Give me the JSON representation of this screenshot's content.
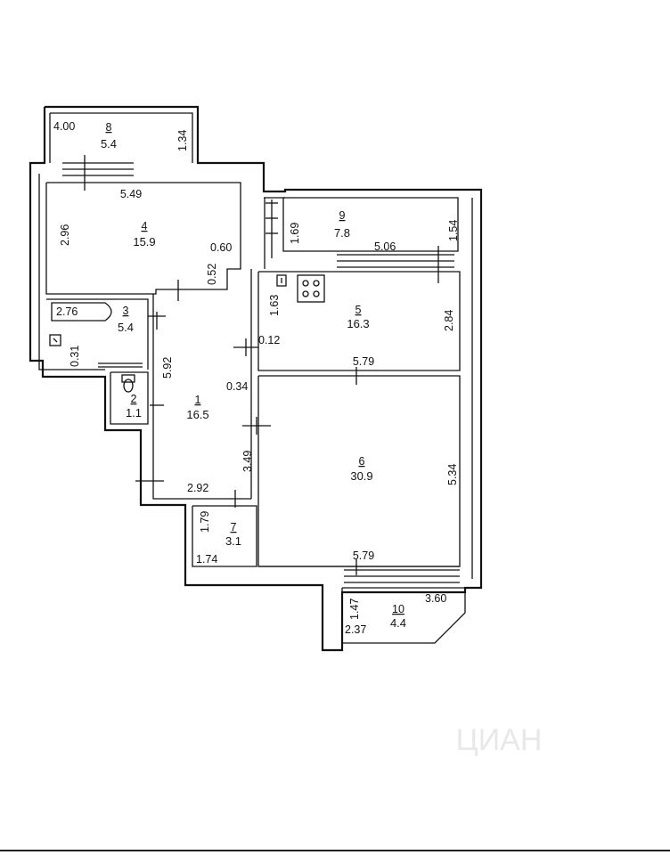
{
  "rooms": [
    {
      "num": "1",
      "area": "16.5"
    },
    {
      "num": "2",
      "area": "1.1"
    },
    {
      "num": "3",
      "area": "5.4"
    },
    {
      "num": "4",
      "area": "15.9"
    },
    {
      "num": "5",
      "area": "16.3"
    },
    {
      "num": "6",
      "area": "30.9"
    },
    {
      "num": "7",
      "area": "3.1"
    },
    {
      "num": "8",
      "area": "5.4"
    },
    {
      "num": "9",
      "area": "7.8"
    },
    {
      "num": "10",
      "area": "4.4"
    }
  ],
  "dims": {
    "d_400": "4.00",
    "d_134": "1.34",
    "d_549": "5.49",
    "d_296": "2.96",
    "d_060": "0.60",
    "d_052": "0.52",
    "d_276": "2.76",
    "d_031": "0.31",
    "d_592": "5.92",
    "d_169": "1.69",
    "d_154": "1.54",
    "d_506": "5.06",
    "d_163": "1.63",
    "d_284": "2.84",
    "d_012": "0.12",
    "d_579a": "5.79",
    "d_034": "0.34",
    "d_349": "3.49",
    "d_534": "5.34",
    "d_292": "2.92",
    "d_179": "1.79",
    "d_174": "1.74",
    "d_579b": "5.79",
    "d_147": "1.47",
    "d_360": "3.60",
    "d_237": "2.37"
  },
  "watermark": "ЦИАН"
}
